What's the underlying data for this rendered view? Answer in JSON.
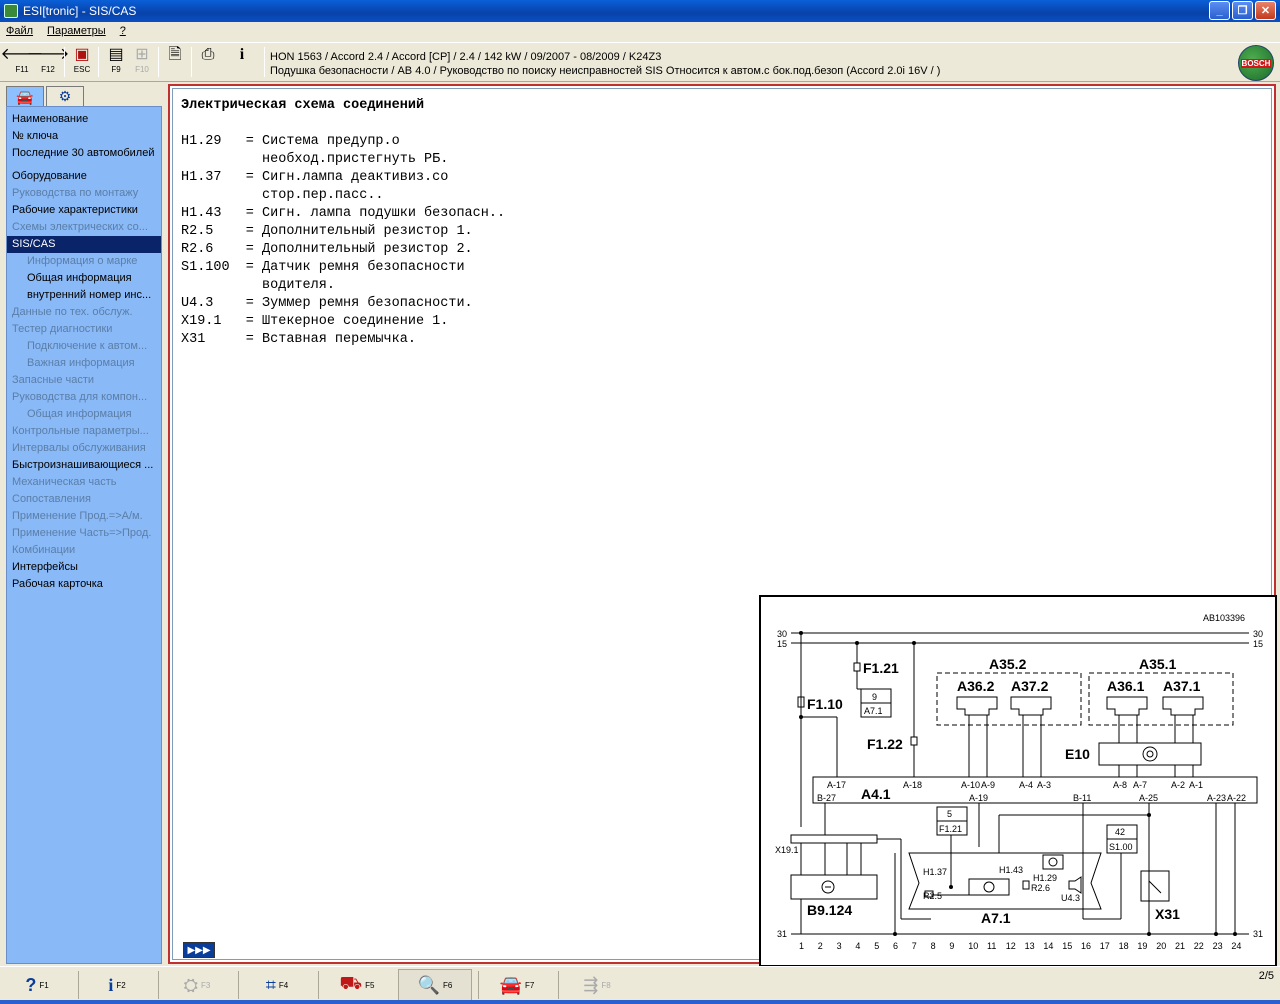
{
  "window": {
    "title": "ESI[tronic] - SIS/CAS"
  },
  "menu": {
    "file": "Файл",
    "params": "Параметры",
    "help": "?"
  },
  "toolbar": {
    "b_f11": "F11",
    "b_f12": "F12",
    "b_esc": "ESC",
    "b_f9": "F9",
    "b_f10": "F10"
  },
  "crumbs": {
    "line1": "HON 1563 / Accord 2.4 / Accord [CP] / 2.4 / 142 kW / 09/2007 - 08/2009 / K24Z3",
    "line2": "Подушка безопасности / AB 4.0 / Руководство по поиску неисправностей SIS Относится к автом.с бок.под.безоп   (Accord 2.0i 16V  /  )"
  },
  "logo": {
    "text": "BOSCH"
  },
  "nav": {
    "items": [
      {
        "label": "Наименование"
      },
      {
        "label": "№ ключа"
      },
      {
        "label": "Последние 30 автомобилей"
      },
      {
        "label": "Оборудование"
      },
      {
        "label": "Руководства по монтажу"
      },
      {
        "label": "Рабочие характеристики"
      },
      {
        "label": "Схемы электрических со..."
      },
      {
        "label": "SIS/CAS"
      },
      {
        "label": "Информация о марке"
      },
      {
        "label": "Общая информация"
      },
      {
        "label": "внутренний номер инс..."
      },
      {
        "label": "Данные по тех. обслуж."
      },
      {
        "label": "Тестер диагностики"
      },
      {
        "label": "Подключение к автом..."
      },
      {
        "label": "Важная информация"
      },
      {
        "label": "Запасные части"
      },
      {
        "label": "Руководства для компон..."
      },
      {
        "label": "Общая информация"
      },
      {
        "label": "Контрольные параметры..."
      },
      {
        "label": "Интервалы обслуживания"
      },
      {
        "label": "Быстроизнашивающиеся ..."
      },
      {
        "label": "Механическая часть"
      },
      {
        "label": "Сопоставления"
      },
      {
        "label": "Применение Прод.=>А/м."
      },
      {
        "label": "Применение Часть=>Прод."
      },
      {
        "label": "Комбинации"
      },
      {
        "label": "Интерфейсы"
      },
      {
        "label": "Рабочая карточка"
      }
    ]
  },
  "doc": {
    "title": "Электрическая схема соединений",
    "lines": [
      "H1.29   = Система предупр.о",
      "          необход.пристегнуть РБ.",
      "H1.37   = Сигн.лампа деактивиз.со",
      "          стор.пер.пасс..",
      "H1.43   = Сигн. лампа подушки безопасн..",
      "R2.5    = Дополнительный резистор 1.",
      "R2.6    = Дополнительный резистор 2.",
      "S1.100  = Датчик ремня безопасности",
      "          водителя.",
      "U4.3    = Зуммер ремня безопасности.",
      "X19.1   = Штекерное соединение 1.",
      "X31     = Вставная перемычка."
    ]
  },
  "diagram": {
    "ref": "AB103396",
    "rail30": "30",
    "rail15": "15",
    "rail31": "31",
    "f121": "F1.21",
    "f110": "F1.10",
    "f122": "F1.22",
    "a71box_n": "9",
    "a71box": "A7.1",
    "a352": "A35.2",
    "a351": "A35.1",
    "a362": "A36.2",
    "a372": "A37.2",
    "a361": "A36.1",
    "a371": "A37.1",
    "e10": "E10",
    "a41": "A4.1",
    "pins_top": [
      "A-17",
      "A-18",
      "A-10",
      "A-9",
      "A-4",
      "A-3",
      "A-8",
      "A-7",
      "A-2",
      "A-1"
    ],
    "pins_bot": [
      "B-27",
      "A-19",
      "B-11",
      "A-25",
      "A-23",
      "A-22"
    ],
    "f121b_n": "5",
    "f121b": "F1.21",
    "s100_n": "42",
    "s100": "S1.00",
    "x191": "X19.1",
    "b9124": "B9.124",
    "h137": "H1.37",
    "h143": "H1.43",
    "h129": "H1.29",
    "r25": "R2.5",
    "r26": "R2.6",
    "u43": "U4.3",
    "a71": "A7.1",
    "x31": "X31",
    "bottom_nums": [
      "1",
      "2",
      "3",
      "4",
      "5",
      "6",
      "7",
      "8",
      "9",
      "10",
      "11",
      "12",
      "13",
      "14",
      "15",
      "16",
      "17",
      "18",
      "19",
      "20",
      "21",
      "22",
      "23",
      "24"
    ]
  },
  "fkeys": {
    "f1": "F1",
    "f2": "F2",
    "f3": "F3",
    "f4": "F4",
    "f5": "F5",
    "f6": "F6",
    "f7": "F7",
    "f8": "F8"
  },
  "status": {
    "page": "2/5"
  }
}
